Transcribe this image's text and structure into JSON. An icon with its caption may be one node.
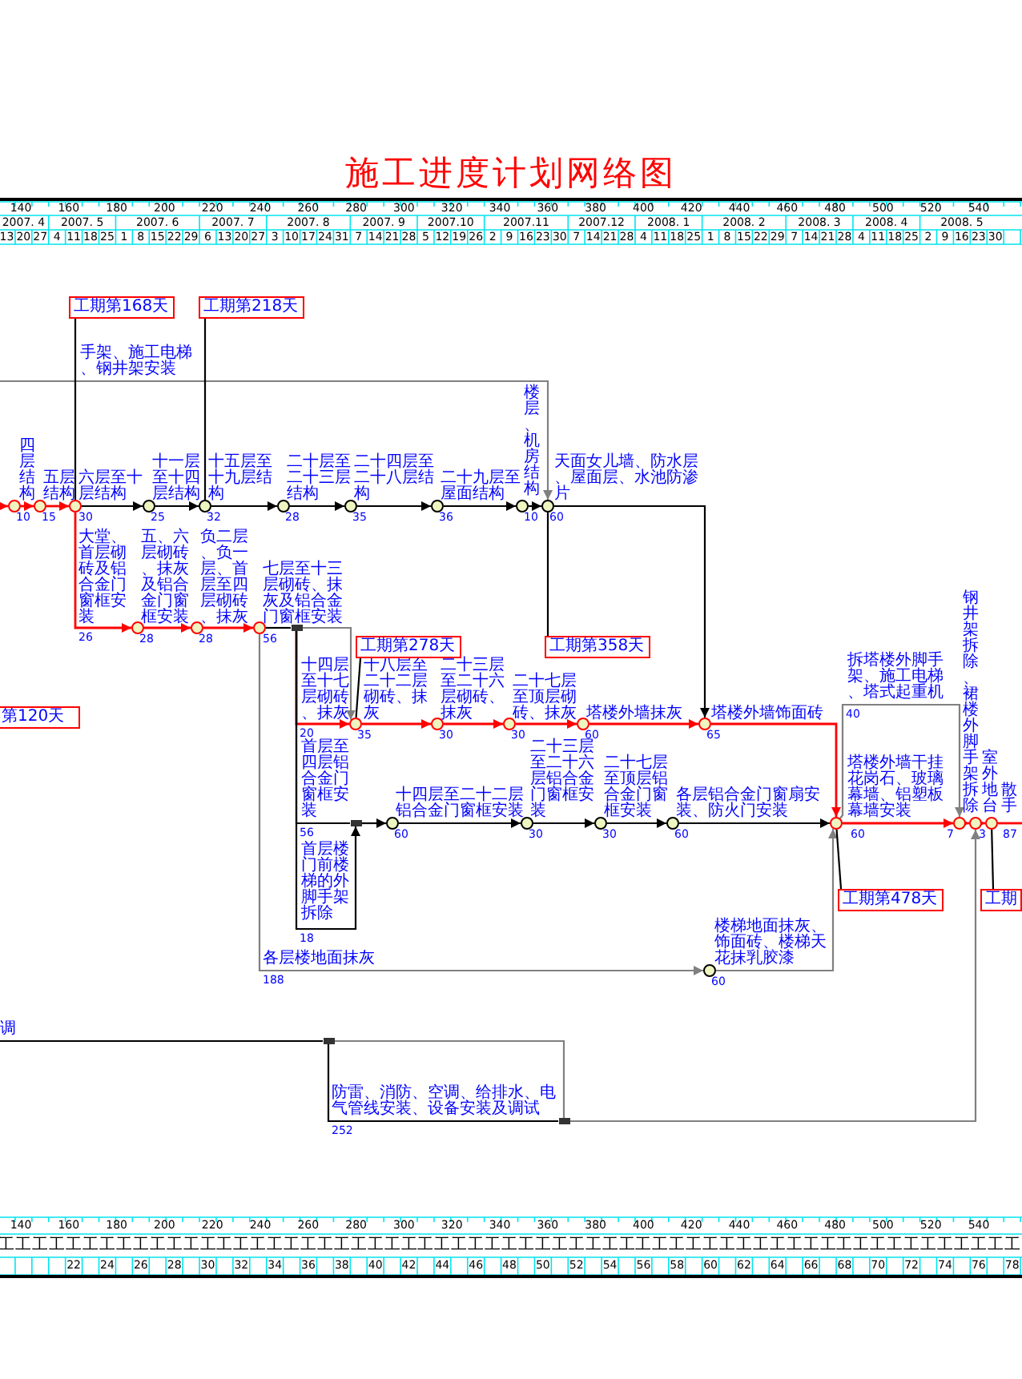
{
  "diagram": {
    "title": "施工进度计划网络图",
    "nodes": [
      {
        "text": [
          "工期第168天"
        ]
      },
      {
        "text": [
          "工期第218天"
        ]
      },
      {
        "text": [
          "第120天"
        ]
      },
      {
        "text": [
          "工期第278天"
        ]
      },
      {
        "text": [
          "工期第358天"
        ]
      },
      {
        "text": [
          "工期第478天"
        ]
      },
      {
        "text": [
          "工期"
        ]
      },
      {
        "text": [],
        "shape": "circle",
        "beside": [
          "10"
        ]
      },
      {
        "text": [],
        "shape": "circle",
        "beside": [
          "15"
        ]
      },
      {
        "text": [],
        "shape": "circle",
        "beside": [
          "30"
        ]
      },
      {
        "text": [],
        "shape": "circle",
        "beside": [
          "25"
        ]
      },
      {
        "text": [],
        "shape": "circle",
        "beside": [
          "32"
        ]
      },
      {
        "text": [],
        "shape": "circle",
        "beside": [
          "28"
        ]
      },
      {
        "text": [],
        "shape": "circle",
        "beside": [
          "35"
        ]
      },
      {
        "text": [],
        "shape": "circle",
        "beside": [
          "36"
        ]
      },
      {
        "text": [],
        "shape": "circle",
        "beside": [
          "10"
        ]
      },
      {
        "text": [],
        "shape": "circle",
        "beside": [
          "60"
        ]
      },
      {
        "text": [],
        "shape": "circle",
        "beside": [
          "28"
        ]
      },
      {
        "text": [],
        "shape": "circle",
        "beside": [
          "28"
        ]
      },
      {
        "text": [],
        "shape": "circle",
        "beside": [
          "56"
        ]
      },
      {
        "text": [],
        "shape": "box"
      },
      {
        "text": [],
        "shape": "circle",
        "beside": [
          "35"
        ]
      },
      {
        "text": [],
        "shape": "circle",
        "beside": [
          "30"
        ]
      },
      {
        "text": [],
        "shape": "circle",
        "beside": [
          "30"
        ]
      },
      {
        "text": [],
        "shape": "circle",
        "beside": [
          "60"
        ]
      },
      {
        "text": [],
        "shape": "circle",
        "beside": [
          "65"
        ]
      },
      {
        "text": [],
        "shape": "box"
      },
      {
        "text": [],
        "shape": "circle",
        "beside": [
          "60"
        ]
      },
      {
        "text": [],
        "shape": "circle",
        "beside": [
          "30"
        ]
      },
      {
        "text": [],
        "shape": "circle",
        "beside": [
          "30"
        ]
      },
      {
        "text": [],
        "shape": "circle",
        "beside": [
          "60"
        ]
      },
      {
        "text": [],
        "shape": "circle",
        "beside": [
          "60"
        ]
      },
      {
        "text": [],
        "shape": "circle",
        "beside": [
          "60"
        ]
      },
      {
        "text": [],
        "shape": "circle",
        "beside": [
          "7"
        ]
      },
      {
        "text": [],
        "shape": "circle",
        "beside": [
          "3"
        ]
      },
      {
        "text": [],
        "shape": "circle",
        "beside": [
          "87"
        ]
      },
      {
        "text": [],
        "shape": "box"
      },
      {
        "text": [],
        "shape": "box"
      }
    ],
    "edges": [
      {
        "from": null,
        "to": 7,
        "arrow": "to",
        "color": "#ff0000"
      },
      {
        "from": 7,
        "to": 8,
        "arrow": "to",
        "label": "四层结构",
        "color": "#ff0000"
      },
      {
        "from": 8,
        "to": 9,
        "arrow": "to",
        "label": "五层结构",
        "color": "#ff0000"
      },
      {
        "from": 9,
        "to": 10,
        "arrow": "to",
        "label": "六层至十层结构"
      },
      {
        "from": 10,
        "to": 11,
        "arrow": "to",
        "label": "十一层至十四层结构"
      },
      {
        "from": 11,
        "to": 12,
        "arrow": "to",
        "label": "十五层至十九层结构"
      },
      {
        "from": 12,
        "to": 13,
        "arrow": "to",
        "label": "二十层至二十三层结构"
      },
      {
        "from": 13,
        "to": 14,
        "arrow": "to",
        "label": "二十四层至二十八层结构"
      },
      {
        "from": 14,
        "to": 15,
        "arrow": "to",
        "label": "二十九层至屋面结构"
      },
      {
        "from": 15,
        "to": 16,
        "arrow": "to",
        "label": "楼层、机房结构"
      },
      {
        "from": null,
        "to": 16,
        "arrow": "to",
        "label": "手架、施工电梯、钢井架安装",
        "color": "#808080"
      },
      {
        "from": 16,
        "to": 25,
        "arrow": "to",
        "label": "天面女儿墙、防水层、屋面层、水池防渗片"
      },
      {
        "from": 9,
        "to": 17,
        "arrow": "to",
        "label": "大堂、首层砌砖及铝合金门窗框安装",
        "color": "#ff0000"
      },
      {
        "from": 17,
        "to": 18,
        "arrow": "to",
        "label": "五、六层砌砖、抹灰及铝合金门窗框安装",
        "color": "#ff0000"
      },
      {
        "from": 18,
        "to": 19,
        "arrow": "to",
        "label": "负二层、负一层、首层至四层砌砖、抹灰",
        "color": "#ff0000"
      },
      {
        "from": 19,
        "to": 20,
        "arrow": "none",
        "label": "七层至十三层砌砖、抹灰及铝合金门窗框安装"
      },
      {
        "from": 20,
        "to": 21,
        "arrow": "to",
        "color": "#808080"
      },
      {
        "from": 20,
        "to": 21,
        "arrow": "to",
        "label": "十四层至十七层砌砖、抹灰",
        "color": "#ff0000"
      },
      {
        "from": 21,
        "to": 22,
        "arrow": "to",
        "label": "十八层至二十二层砌砖、抹灰",
        "color": "#ff0000"
      },
      {
        "from": 22,
        "to": 23,
        "arrow": "to",
        "label": "二十三层至二十六层砌砖、抹灰",
        "color": "#ff0000"
      },
      {
        "from": 23,
        "to": 24,
        "arrow": "to",
        "label": "二十七层至顶层砌砖、抹灰",
        "color": "#ff0000"
      },
      {
        "from": 24,
        "to": 25,
        "arrow": "to",
        "label": "塔楼外墙抹灰",
        "color": "#ff0000"
      },
      {
        "from": 25,
        "to": 31,
        "arrow": "to",
        "label": "塔楼外墙饰面砖",
        "color": "#ff0000"
      },
      {
        "from": 20,
        "to": 26,
        "arrow": "none",
        "label": "首层至四层铝合金门窗框安装"
      },
      {
        "from": 20,
        "to": 26,
        "arrow": "to",
        "label": "首层楼门前楼梯的外脚手架拆除"
      },
      {
        "from": 26,
        "to": 27,
        "arrow": "to"
      },
      {
        "from": 27,
        "to": 28,
        "arrow": "to",
        "label": "十四层至二十二层铝合金门窗框安装"
      },
      {
        "from": 28,
        "to": 29,
        "arrow": "to",
        "label": "二十三层至二十六层铝合金门窗框安装"
      },
      {
        "from": 29,
        "to": 30,
        "arrow": "to",
        "label": "二十七层至顶层铝合金门窗框安装"
      },
      {
        "from": 30,
        "to": 31,
        "arrow": "to",
        "label": "各层铝合金门窗扇安装、防火门安装"
      },
      {
        "from": 19,
        "to": 32,
        "arrow": "to",
        "label": "各层楼地面抹灰",
        "color": "#808080"
      },
      {
        "from": 32,
        "to": 31,
        "arrow": "to",
        "label": "楼梯地面抹灰、饰面砖、楼梯天花抹乳胶漆",
        "color": "#808080"
      },
      {
        "from": 31,
        "to": 33,
        "arrow": "to",
        "label": "塔楼外墙干挂花岗石、玻璃幕墙、铝塑板幕墙安装",
        "color": "#ff0000"
      },
      {
        "from": 31,
        "to": 33,
        "arrow": "to",
        "label": "拆塔楼外脚手架、施工电梯、塔式起重机",
        "color": "#808080"
      },
      {
        "from": 33,
        "to": 34,
        "arrow": "to",
        "label": "钢井架拆除、裙楼外脚手架拆除",
        "color": "#ff0000"
      },
      {
        "from": 34,
        "to": 35,
        "arrow": "to",
        "label": "室外地台",
        "color": "#ff0000"
      },
      {
        "from": 35,
        "to": null,
        "arrow": "none",
        "label": "散手",
        "color": "#ff0000"
      },
      {
        "from": null,
        "to": 36,
        "arrow": "none",
        "label": "调"
      },
      {
        "from": 36,
        "to": 37,
        "arrow": "none",
        "color": "#808080"
      },
      {
        "from": 36,
        "to": 37,
        "arrow": "none",
        "label": "防雷、消防、空调、给排水、电气管线安装、设备安装及调试"
      },
      {
        "from": 37,
        "to": 34,
        "arrow": "to",
        "color": "#808080"
      },
      {
        "from": 0,
        "to": 9,
        "arrow": "none"
      },
      {
        "from": 1,
        "to": 11,
        "arrow": "none"
      },
      {
        "from": 3,
        "to": 21,
        "arrow": "none"
      },
      {
        "from": 4,
        "to": 16,
        "arrow": "none"
      },
      {
        "from": 5,
        "to": 31,
        "arrow": "none"
      },
      {
        "from": 6,
        "to": 35,
        "arrow": "none"
      }
    ],
    "labels": [
      "140",
      "160",
      "180",
      "200",
      "220",
      "240",
      "260",
      "280",
      "300",
      "320",
      "340",
      "360",
      "380",
      "400",
      "420",
      "440",
      "460",
      "480",
      "500",
      "520",
      "540",
      "2007. 4",
      "2007. 5",
      "2007. 6",
      "2007. 7",
      "2007. 8",
      "2007. 9",
      "2007.10",
      "2007.11",
      "2007.12",
      "2008. 1",
      "2008. 2",
      "2008. 3",
      "2008. 4",
      "2008. 5",
      "13",
      "20",
      "27",
      "4",
      "11",
      "18",
      "25",
      "1",
      "8",
      "15",
      "22",
      "29",
      "6",
      "13",
      "20",
      "27",
      "3",
      "10",
      "17",
      "24",
      "31",
      "7",
      "14",
      "21",
      "28",
      "5",
      "12",
      "19",
      "26",
      "2",
      "9",
      "16",
      "23",
      "30",
      "7",
      "14",
      "21",
      "28",
      "4",
      "11",
      "18",
      "25",
      "1",
      "8",
      "15",
      "22",
      "29",
      "7",
      "14",
      "21",
      "28",
      "4",
      "11",
      "18",
      "25",
      "2",
      "9",
      "16",
      "23",
      "30",
      "140",
      "160",
      "180",
      "200",
      "220",
      "240",
      "260",
      "280",
      "300",
      "320",
      "340",
      "360",
      "380",
      "400",
      "420",
      "440",
      "460",
      "480",
      "500",
      "520",
      "540",
      "工",
      "工",
      "工",
      "工",
      "工",
      "工",
      "工",
      "工",
      "工",
      "工",
      "工",
      "工",
      "工",
      "工",
      "工",
      "工",
      "工",
      "工",
      "工",
      "工",
      "工",
      "工",
      "工",
      "工",
      "工",
      "工",
      "工",
      "工",
      "工",
      "工",
      "工",
      "工",
      "工",
      "工",
      "工",
      "工",
      "工",
      "工",
      "工",
      "工",
      "工",
      "工",
      "工",
      "工",
      "工",
      "工",
      "工",
      "工",
      "工",
      "工",
      "工",
      "工",
      "工",
      "工",
      "工",
      "工",
      "工",
      "工",
      "工",
      "工",
      "工",
      "22",
      "24",
      "26",
      "28",
      "30",
      "32",
      "34",
      "36",
      "38",
      "40",
      "42",
      "44",
      "46",
      "48",
      "50",
      "52",
      "54",
      "56",
      "58",
      "60",
      "62",
      "64",
      "66",
      "68",
      "70",
      "72",
      "74",
      "76",
      "78",
      "26",
      "188",
      "20",
      "56",
      "18",
      "40",
      "252"
    ]
  }
}
